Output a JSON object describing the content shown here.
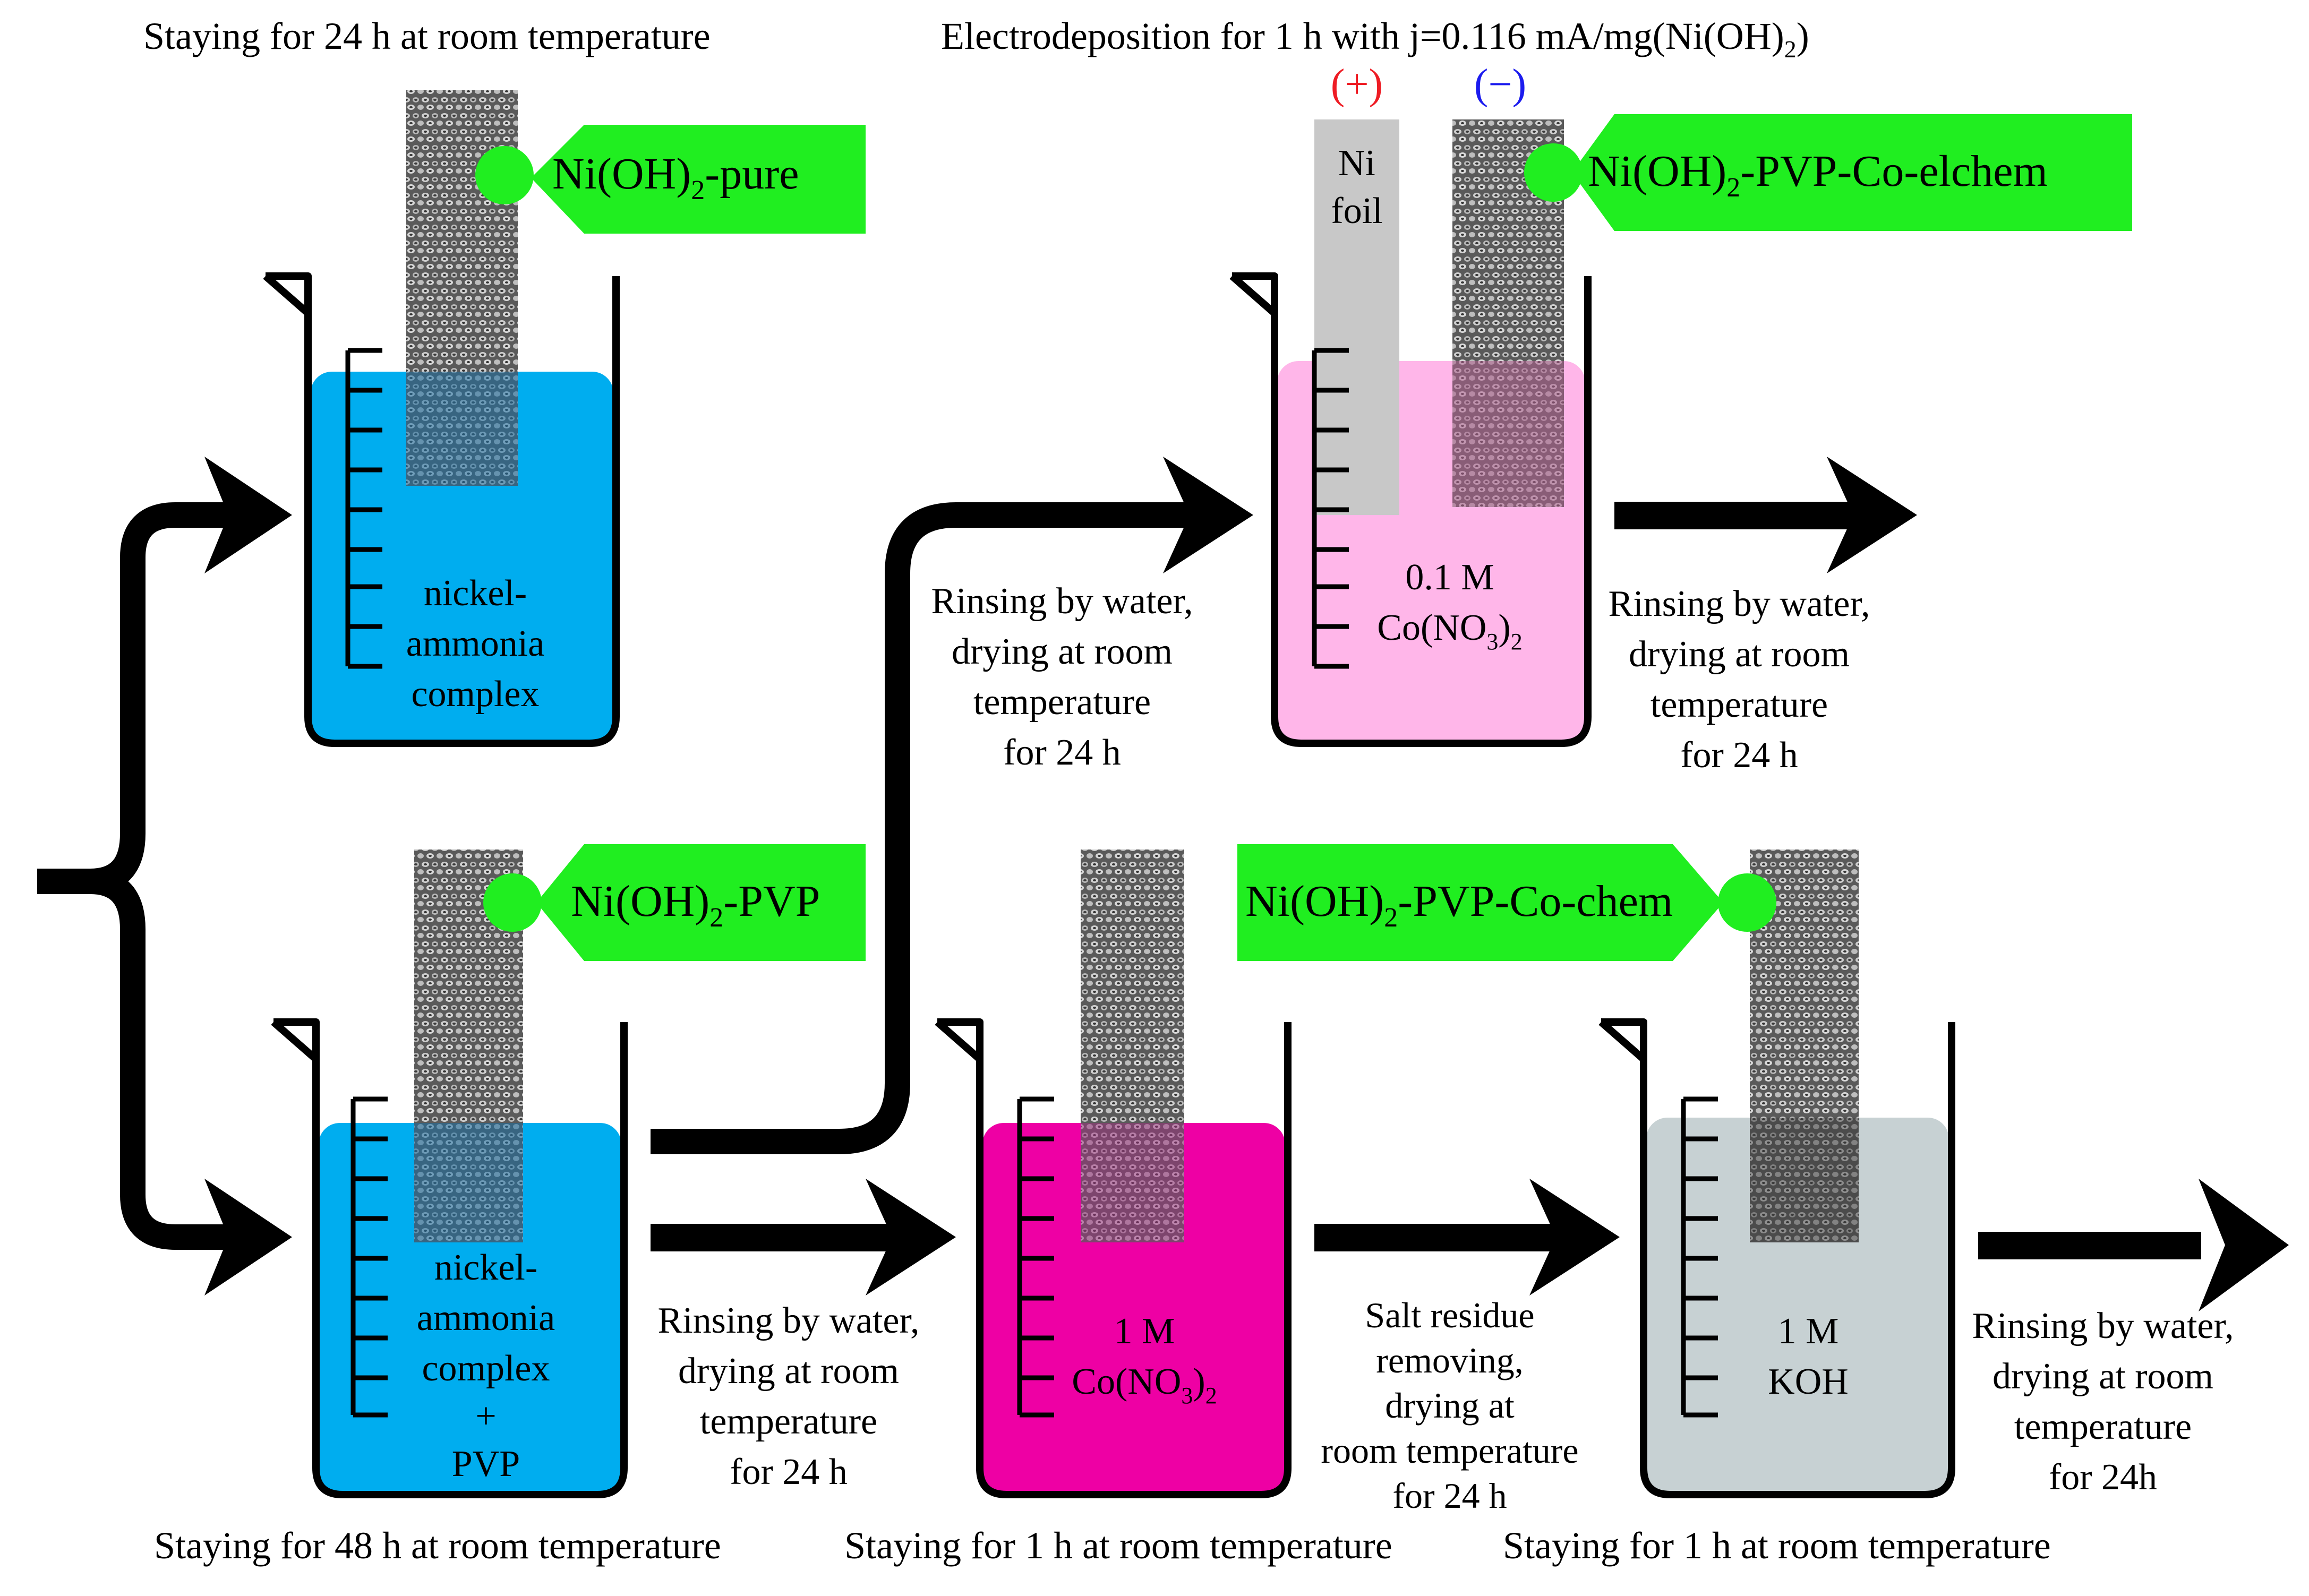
{
  "captions": {
    "top_left": "Staying for 24 h at room temperature",
    "top_right": "Electrodeposition for 1 h with j=0.116 mA/mg(Ni(OH)",
    "top_right_sub": "2",
    "top_right_end": ")",
    "bottom_1": "Staying for 48 h at room temperature",
    "bottom_2": "Staying for 1 h at room temperature",
    "bottom_3": "Staying for 1 h  at room temperature"
  },
  "tags": {
    "pure": {
      "pre": "Ni(OH)",
      "sub": "2",
      "post": "-pure"
    },
    "pvp": {
      "pre": "Ni(OH)",
      "sub": "2",
      "post": "-PVP"
    },
    "elchem": {
      "pre": "Ni(OH)",
      "sub": "2",
      "post": "-PVP-Co-elchem"
    },
    "chem": {
      "pre": "Ni(OH)",
      "sub": "2",
      "post": "-PVP-Co-chem"
    }
  },
  "beakers": {
    "pure": {
      "lines": [
        "nickel-",
        "ammonia",
        "complex"
      ]
    },
    "pvp": {
      "lines": [
        "nickel-",
        "ammonia",
        "complex",
        "+",
        "PVP"
      ]
    },
    "co_dilute": {
      "line1": "0.1 M",
      "line2_pre": "Co(NO",
      "line2_sub": "3",
      "line2_mid": ")",
      "line2_sub2": "2"
    },
    "co_conc": {
      "line1": "1 M",
      "line2_pre": "Co(NO",
      "line2_sub": "3",
      "line2_mid": ")",
      "line2_sub2": "2"
    },
    "koh": {
      "lines": [
        "1 M",
        "KOH"
      ]
    }
  },
  "electrodes": {
    "anode_sign": "(+)",
    "cathode_sign": "(−)",
    "foil_lines": [
      "Ni",
      "foil"
    ]
  },
  "steps": {
    "rinse_upper_left": [
      "Rinsing by water,",
      "drying at room",
      "temperature",
      "for 24 h"
    ],
    "rinse_upper_right": [
      "Rinsing by water,",
      "drying at room",
      "temperature",
      "for 24 h"
    ],
    "rinse_lower_left": [
      "Rinsing by water,",
      "drying at room",
      "temperature",
      "for 24 h"
    ],
    "salt_residue": [
      "Salt residue",
      "removing,",
      "drying at",
      "room temperature",
      "for 24 h"
    ],
    "rinse_lower_right": [
      "Rinsing by water,",
      "drying at room",
      "temperature",
      "for 24h"
    ]
  },
  "colors": {
    "blue_solution": "#00adef",
    "pink_solution": "#ffb6e9",
    "magenta_solution": "#ee00a4",
    "grey_solution": "#c7d1d3",
    "tag_green": "#20ee20",
    "foil_grey": "#c8c8c8",
    "plus_red": "#ee1c24",
    "minus_blue": "#1c1cee"
  }
}
